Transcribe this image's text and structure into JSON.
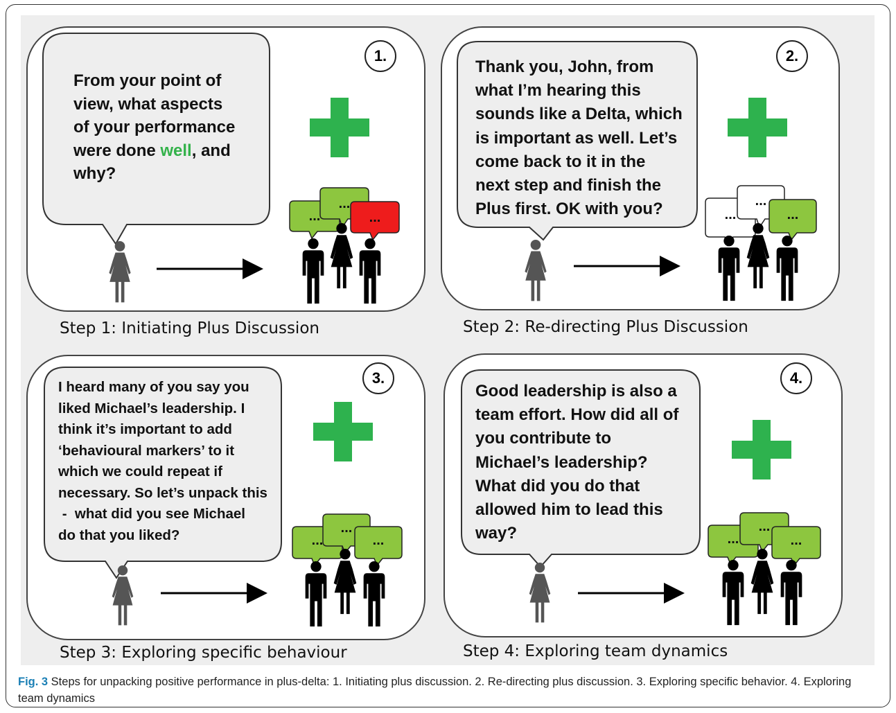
{
  "panels": [
    {
      "number": "1.",
      "lines": [
        "From your point of",
        "view, what aspects",
        "of your performance"
      ],
      "line4_pre": "were done ",
      "line4_highlight": "well",
      "line4_post": ", and",
      "line5": "why?",
      "step_label": "Step 1: Initiating Plus Discussion",
      "bubbles": [
        "...",
        "...",
        "..."
      ]
    },
    {
      "number": "2.",
      "lines": [
        "Thank you, John, from",
        "what I’m hearing this",
        "sounds like a Delta, which",
        "is important as well. Let’s",
        "come back to it in the",
        "next step and finish the",
        "Plus first. OK with you?"
      ],
      "step_label": "Step 2: Re-directing Plus Discussion",
      "bubbles": [
        "...",
        "...",
        "..."
      ]
    },
    {
      "number": "3.",
      "lines": [
        "I heard many of you say you",
        "liked Michael’s leadership. I",
        "think it’s important to add",
        "‘behavioural markers’ to it",
        "which we could repeat if",
        "necessary. So let’s unpack this",
        " -  what did you see Michael",
        "do that you liked?"
      ],
      "step_label": "Step 3: Exploring specific behaviour",
      "bubbles": [
        "...",
        "...",
        "..."
      ]
    },
    {
      "number": "4.",
      "lines": [
        "Good leadership is also a",
        "team effort. How did all of",
        "you contribute to",
        "Michael’s leadership?",
        "What did you do that",
        "allowed him to lead this",
        "way?"
      ],
      "step_label": "Step 4: Exploring team dynamics",
      "bubbles": [
        "...",
        "...",
        "..."
      ]
    }
  ],
  "caption": {
    "label": "Fig. 3",
    "text": " Steps for unpacking positive performance in plus-delta: 1. Initiating plus discussion. 2. Re-directing plus discussion. 3. Exploring specific behavior. 4. Exploring team dynamics"
  },
  "colors": {
    "plus_green": "#2eb24e",
    "bubble_green": "#8dc63f",
    "bubble_red": "#ee1c1c",
    "bubble_white": "#ffffff",
    "highlight_green": "#33b24a",
    "figure_dark": "#000000",
    "facilitator_gray": "#555555"
  }
}
